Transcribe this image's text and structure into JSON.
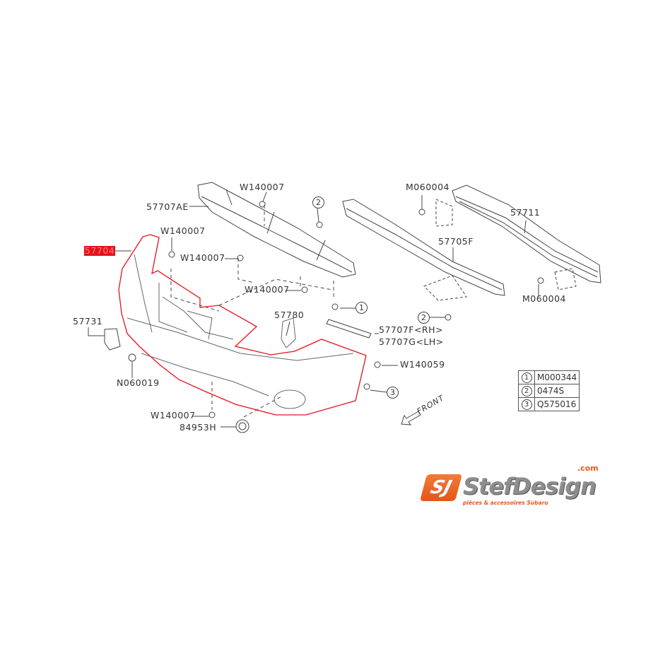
{
  "diagram": {
    "highlight_color": "#e8101a",
    "parts": [
      {
        "id": "w140007_a",
        "label": "W140007"
      },
      {
        "id": "p57707ae",
        "label": "57707AE"
      },
      {
        "id": "w140007_b",
        "label": "W140007"
      },
      {
        "id": "p57704",
        "label": "57704",
        "highlighted": true
      },
      {
        "id": "w140007_c",
        "label": "W140007"
      },
      {
        "id": "w140007_d",
        "label": "W140007"
      },
      {
        "id": "p57780",
        "label": "57780"
      },
      {
        "id": "p57731",
        "label": "57731"
      },
      {
        "id": "p57707f",
        "label": "57707F<RH>"
      },
      {
        "id": "p57707g",
        "label": "57707G<LH>"
      },
      {
        "id": "w140059",
        "label": "W140059"
      },
      {
        "id": "n060019",
        "label": "N060019"
      },
      {
        "id": "w140007_e",
        "label": "W140007"
      },
      {
        "id": "p84953h",
        "label": "84953H"
      },
      {
        "id": "m060004_a",
        "label": "M060004"
      },
      {
        "id": "p57711",
        "label": "57711"
      },
      {
        "id": "p57705f",
        "label": "57705F"
      },
      {
        "id": "m060004_b",
        "label": "M060004"
      }
    ],
    "callouts": [
      "1",
      "2",
      "2",
      "3"
    ],
    "legend": [
      {
        "num": "1",
        "part": "M000344"
      },
      {
        "num": "2",
        "part": "0474S"
      },
      {
        "num": "3",
        "part": "Q575016"
      }
    ],
    "direction_label": "FRONT"
  },
  "logo": {
    "mark": "SJ",
    "name": "StefDesign",
    "domain": ".com",
    "tagline": "pièces & accessoires Subaru"
  }
}
